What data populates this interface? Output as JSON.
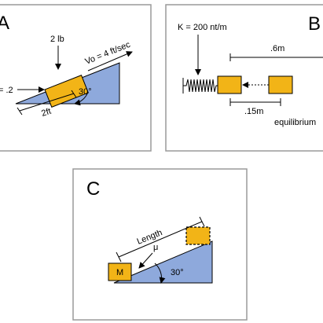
{
  "panel_a": {
    "letter": "A",
    "weight": "2 lb",
    "velocity": "Vo = 4 ft/sec",
    "friction": "= .2",
    "angle": "30°",
    "length": "2ft"
  },
  "panel_b": {
    "letter": "B",
    "spring_constant": "K = 200 nt/m",
    "distance_long": ".6m",
    "distance_short": ".15m",
    "equilibrium": "equilibrium"
  },
  "panel_c": {
    "letter": "C",
    "length": "Length",
    "mu": "μ",
    "mass": "M",
    "angle": "30°"
  },
  "colors": {
    "block": "#f2b417",
    "ramp": "#8ea9dc",
    "panel_border": "#9a9a9a"
  }
}
